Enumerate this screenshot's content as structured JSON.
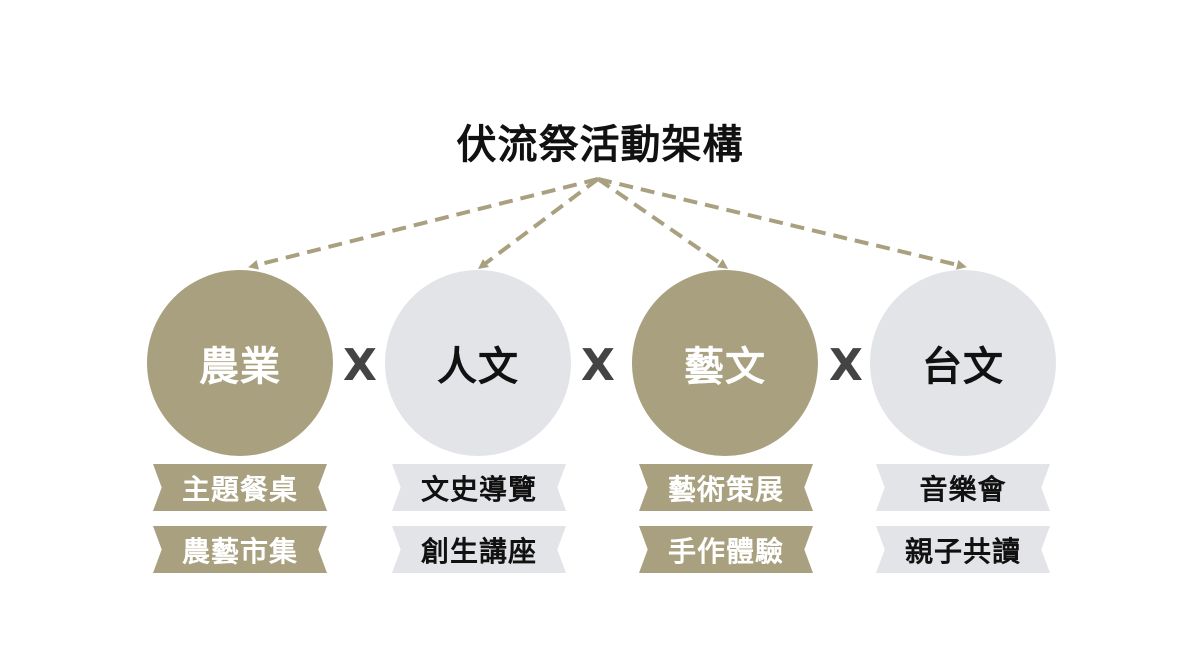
{
  "title": "伏流祭活動架構",
  "connector_symbol": "X",
  "colors": {
    "olive": "#a8a07f",
    "gray": "#e3e4e8",
    "arrow": "#a8a07f"
  },
  "pillars": [
    {
      "label": "農業",
      "style": "olive",
      "items": [
        "主題餐桌",
        "農藝市集"
      ]
    },
    {
      "label": "人文",
      "style": "gray",
      "items": [
        "文史導覽",
        "創生講座"
      ]
    },
    {
      "label": "藝文",
      "style": "olive",
      "items": [
        "藝術策展",
        "手作體驗"
      ]
    },
    {
      "label": "台文",
      "style": "gray",
      "items": [
        "音樂會",
        "親子共讀"
      ]
    }
  ]
}
